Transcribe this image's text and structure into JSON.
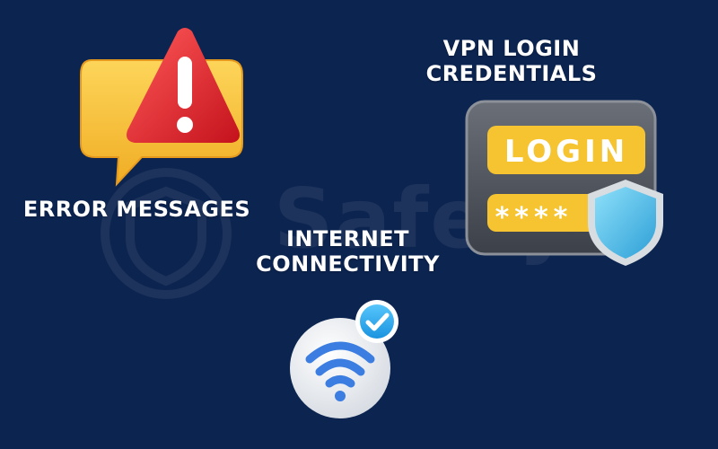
{
  "labels": {
    "vpn_line1": "VPN LOGIN",
    "vpn_line2": "CREDENTIALS",
    "error": "ERROR MESSAGES",
    "net_line1": "INTERNET",
    "net_line2": "CONNECTIVITY"
  },
  "watermark": {
    "text": "Safelyo"
  },
  "login_card": {
    "title": "LOGIN",
    "password_mask": "****"
  },
  "icons": {
    "error": "warning-icon",
    "login": "login-card-icon",
    "shield": "shield-icon",
    "wifi": "wifi-icon",
    "check": "check-badge-icon"
  },
  "colors": {
    "background": "#0c2450",
    "bubble": "#f7c23c",
    "warning": "#e0222c",
    "login_bar": "#f5c430",
    "card": "#565b64",
    "shield": "#5bc4ec",
    "wifi": "#3b7de0",
    "check": "#1fa6ee"
  }
}
